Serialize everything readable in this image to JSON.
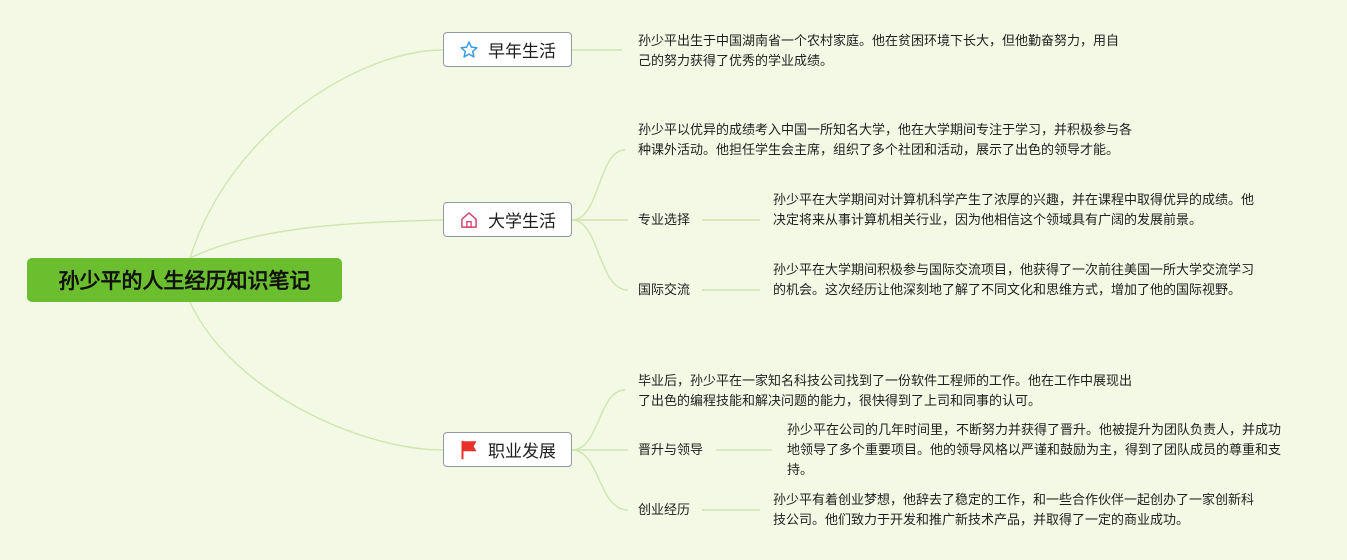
{
  "root": {
    "title": "孙少平的人生经历知识笔记"
  },
  "branches": {
    "early": {
      "label": "早年生活",
      "icon": "star-icon",
      "text": "孙少平出生于中国湖南省一个农村家庭。他在贫困环境下长大，但他勤奋努力，用自己的努力获得了优秀的学业成绩。"
    },
    "college": {
      "label": "大学生活",
      "icon": "house-icon",
      "text": "孙少平以优异的成绩考入中国一所知名大学，他在大学期间专注于学习，并积极参与各种课外活动。他担任学生会主席，组织了多个社团和活动，展示了出色的领导才能。",
      "subs": [
        {
          "label": "专业选择",
          "text": "孙少平在大学期间对计算机科学产生了浓厚的兴趣，并在课程中取得优异的成绩。他决定将来从事计算机相关行业，因为他相信这个领域具有广阔的发展前景。"
        },
        {
          "label": "国际交流",
          "text": "孙少平在大学期间积极参与国际交流项目，他获得了一次前往美国一所大学交流学习的机会。这次经历让他深刻地了解了不同文化和思维方式，增加了他的国际视野。"
        }
      ]
    },
    "career": {
      "label": "职业发展",
      "icon": "red-flag-icon",
      "text": "毕业后，孙少平在一家知名科技公司找到了一份软件工程师的工作。他在工作中展现出了出色的编程技能和解决问题的能力，很快得到了上司和同事的认可。",
      "subs": [
        {
          "label": "晋升与领导",
          "text": "孙少平在公司的几年时间里，不断努力并获得了晋升。他被提升为团队负责人，并成功地领导了多个重要项目。他的领导风格以严谨和鼓励为主，得到了团队成员的尊重和支持。"
        },
        {
          "label": "创业经历",
          "text": "孙少平有着创业梦想，他辞去了稳定的工作，和一些合作伙伴一起创办了一家创新科技公司。他们致力于开发和推广新技术产品，并取得了一定的商业成功。"
        }
      ]
    }
  },
  "colors": {
    "background": "#f3f9e4",
    "root": "#6bbf2e",
    "connector": "#cfe6b0",
    "branch_border": "#8f9aa3",
    "flag": "#e8322c",
    "star": "#3a9ee0",
    "house": "#d1476b"
  }
}
